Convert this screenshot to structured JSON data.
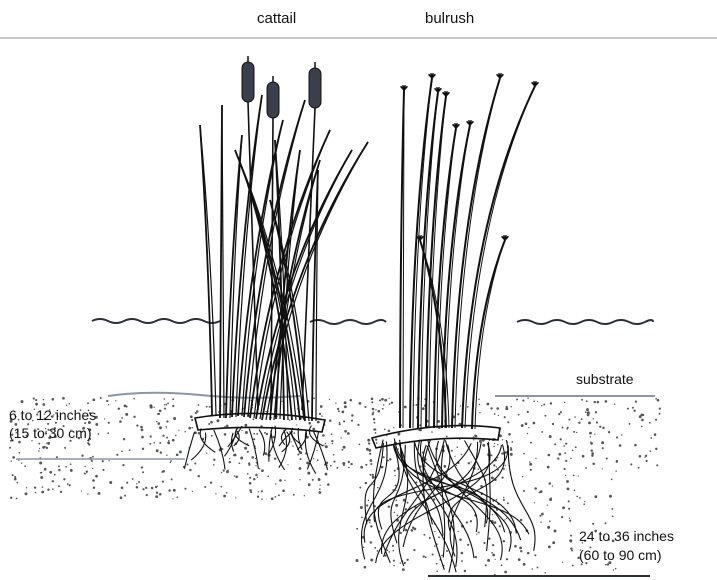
{
  "header": {
    "cattail_label": "cattail",
    "bulrush_label": "bulrush"
  },
  "labels": {
    "substrate": "substrate",
    "cattail_depth_in": "6 to 12 inches",
    "cattail_depth_cm": "(15 to 30 cm)",
    "bulrush_depth_in": "24 to 36 inches",
    "bulrush_depth_cm": "(60 to 90 cm)"
  },
  "colors": {
    "ink": "#111111",
    "water_line": "#2b2f3a",
    "rule": "#c8c8c8",
    "substrate_line": "#8a96a6",
    "soil_dots": "#555555"
  }
}
